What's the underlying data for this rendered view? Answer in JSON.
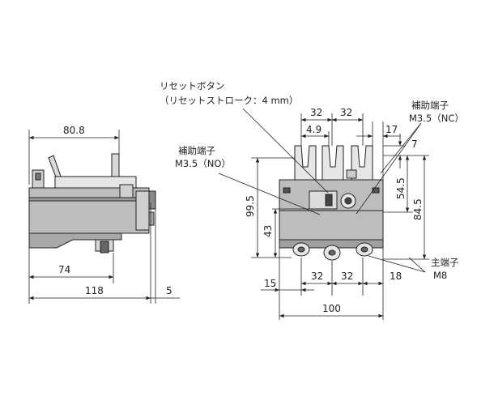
{
  "annotations": {
    "reset_button": "リセットボタン",
    "reset_stroke": "（リセットストローク：4 mm）",
    "aux_nc_title": "補助端子",
    "aux_nc_spec": "M3.5（NC）",
    "aux_no_title": "補助端子",
    "aux_no_spec": "M3.5（NO）",
    "main_title": "主端子",
    "main_spec": "M8"
  },
  "dimensions": {
    "side_top_width": "80.8",
    "side_base_width": "74",
    "side_total_width": "118",
    "side_button_protrusion": "5",
    "front_pitch_1": "32",
    "front_pitch_2": "32",
    "front_offset_49": "4.9",
    "front_offset_17": "17",
    "front_offset_7": "7",
    "front_height_995": "99.5",
    "front_height_43": "43",
    "front_height_545": "54.5",
    "front_height_845": "84.5",
    "front_bottom_15": "15",
    "front_bottom_pitch_1": "32",
    "front_bottom_pitch_2": "32",
    "front_bottom_18": "18",
    "front_total_width": "100"
  },
  "colors": {
    "line": "#222222",
    "body_fill": "#bdbdbd",
    "dark_fill": "#5a5a5a",
    "light_fill": "#e6e6e6"
  }
}
